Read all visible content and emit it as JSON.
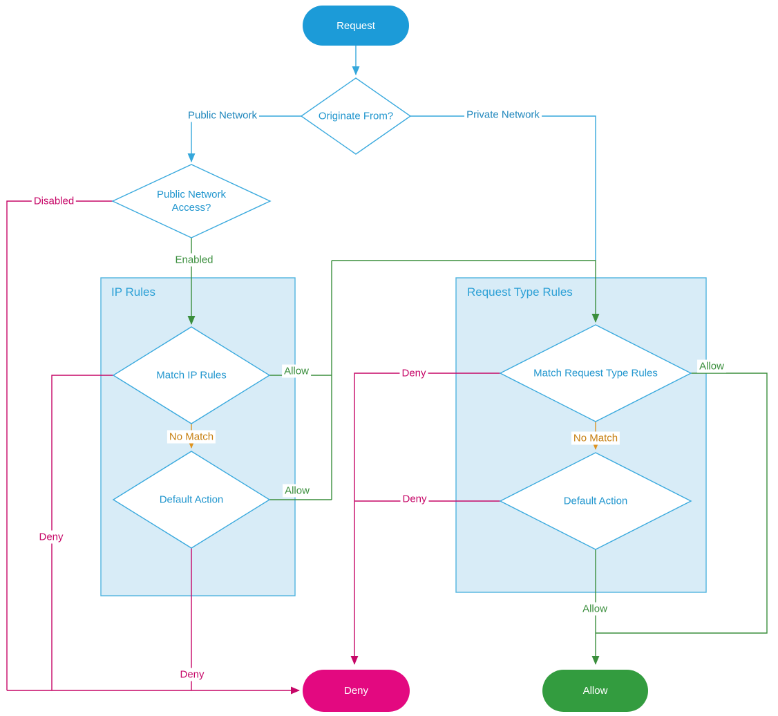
{
  "colors": {
    "azure_line": "#35A7DB",
    "azure_shape_stroke": "#3BAADE",
    "group_fill": "#D8ECF7",
    "shape_text_blue": "#2196CE",
    "edge_label_blue": "#1E86BC",
    "green": "#3A8E3C",
    "pink": "#C60667",
    "orange_line": "#DE931F",
    "orange_text": "#C67F10",
    "request_fill": "#1C9BD8",
    "deny_fill": "#E30980",
    "allow_fill": "#339C3F"
  },
  "nodes": {
    "request": "Request",
    "originate_from": "Originate From?",
    "public_network_access": "Public Network Access?",
    "match_ip_rules": "Match IP Rules",
    "default_action_ip": "Default Action",
    "match_request_type_rules": "Match Request Type Rules",
    "default_action_rt": "Default Action",
    "deny": "Deny",
    "allow": "Allow"
  },
  "groups": {
    "ip_rules": "IP Rules",
    "request_type_rules": "Request Type Rules"
  },
  "edges": {
    "public_network": "Public Network",
    "private_network": "Private Network",
    "disabled": "Disabled",
    "enabled": "Enabled",
    "allow_match_ip": "Allow",
    "no_match_ip": "No Match",
    "allow_default_ip": "Allow",
    "deny_rail": "Deny",
    "deny_bottom": "Deny",
    "deny_match_rt": "Deny",
    "deny_default_rt": "Deny",
    "allow_match_rt": "Allow",
    "no_match_rt": "No Match",
    "allow_default_rt": "Allow"
  }
}
